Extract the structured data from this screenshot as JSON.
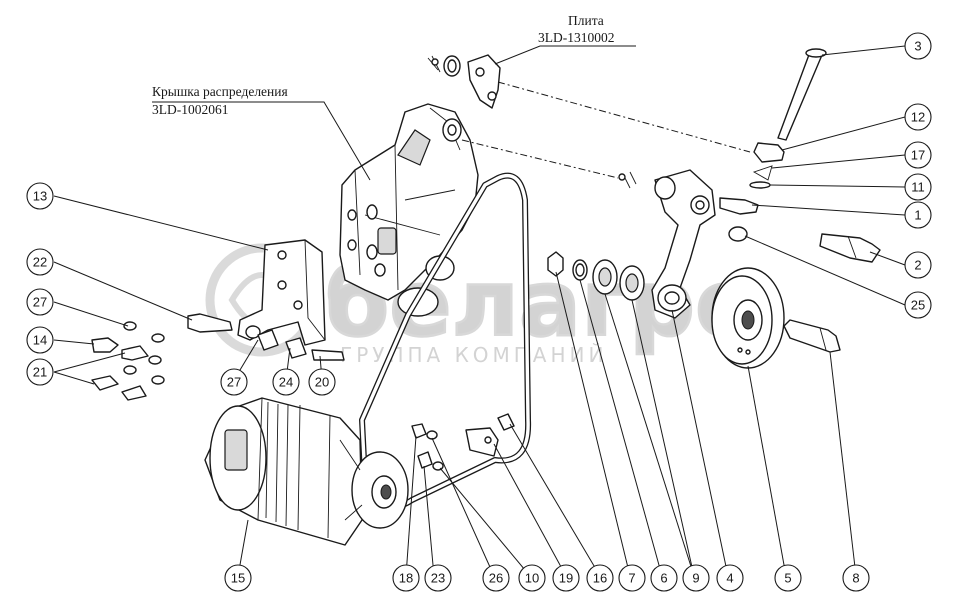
{
  "labels": {
    "plate": {
      "name": "Плита",
      "code": "3LD-1310002"
    },
    "cover": {
      "name": "Крышка распределения",
      "code": "3LD-1002061"
    }
  },
  "watermark": {
    "brand": "белагро",
    "tagline": "ГРУППА КОМПАНИЙ"
  },
  "callouts": [
    "3",
    "12",
    "17",
    "11",
    "1",
    "2",
    "25",
    "13",
    "22",
    "27",
    "14",
    "21",
    "27",
    "24",
    "20",
    "15",
    "18",
    "23",
    "26",
    "10",
    "19",
    "16",
    "7",
    "6",
    "9",
    "4",
    "5",
    "8"
  ]
}
